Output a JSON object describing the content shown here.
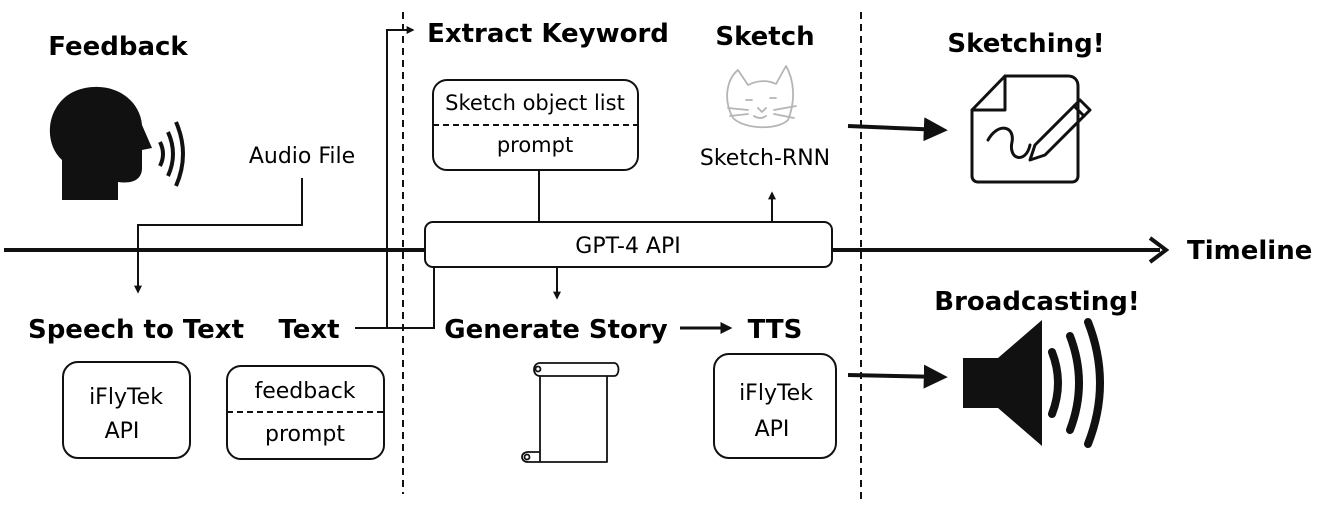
{
  "headings": {
    "feedback": "Feedback",
    "extract_keyword": "Extract Keyword",
    "sketch": "Sketch",
    "sketching": "Sketching!",
    "speech_to_text": "Speech to Text",
    "text": "Text",
    "generate_story": "Generate Story",
    "tts": "TTS",
    "broadcasting": "Broadcasting!",
    "timeline": "Timeline"
  },
  "labels": {
    "audio_file": "Audio File",
    "gpt4_api": "GPT-4 API",
    "sketch_rnn": "Sketch-RNN"
  },
  "boxes": {
    "keyword_box": {
      "top": "Sketch object list",
      "bottom": "prompt"
    },
    "iflytek_stt": {
      "line1": "iFlyTek",
      "line2": "API"
    },
    "feedback_box": {
      "top": "feedback",
      "bottom": "prompt"
    },
    "iflytek_tts": {
      "line1": "iFlyTek",
      "line2": "API"
    }
  },
  "icons": {
    "speaking_head": "speaking-head-icon",
    "cat_sketch": "cat-sketch-icon",
    "sketch_edit": "sketch-edit-icon",
    "scroll": "scroll-icon",
    "speaker": "speaker-icon"
  },
  "colors": {
    "line": "#111111",
    "background": "#ffffff"
  }
}
